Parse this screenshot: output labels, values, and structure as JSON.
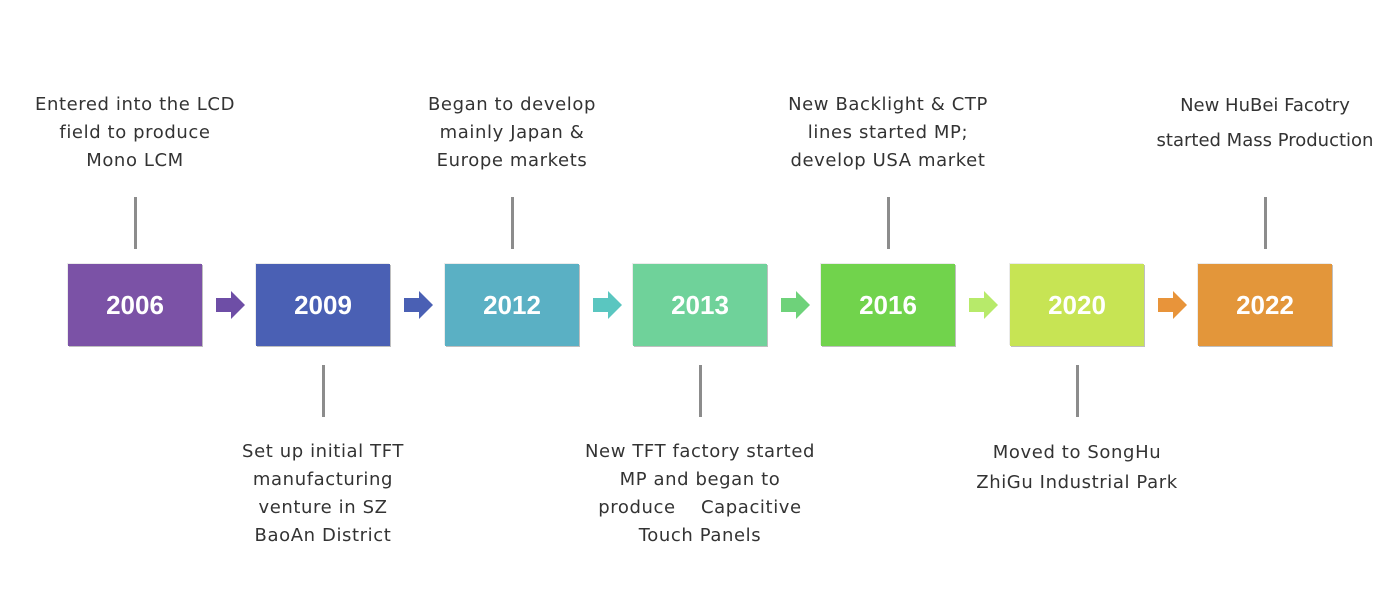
{
  "milestones": [
    {
      "year": "2006",
      "color": "#7b52a6",
      "side": "top",
      "lines": [
        "Entered into the LCD",
        "field to produce",
        "Mono LCM"
      ]
    },
    {
      "year": "2009",
      "color": "#4a60b4",
      "side": "bottom",
      "lines": [
        "Set up initial TFT",
        "manufacturing",
        "venture in SZ",
        "BaoAn District"
      ]
    },
    {
      "year": "2012",
      "color": "#5ab0c4",
      "side": "top",
      "lines": [
        "Began to develop",
        "mainly Japan &",
        "Europe markets"
      ]
    },
    {
      "year": "2013",
      "color": "#6fd29a",
      "side": "bottom",
      "lines": [
        "New TFT factory started",
        "MP and began to",
        "produce    Capacitive",
        "Touch Panels"
      ]
    },
    {
      "year": "2016",
      "color": "#71d34c",
      "side": "top",
      "lines": [
        "New Backlight & CTP",
        "lines started MP;",
        "develop USA market"
      ]
    },
    {
      "year": "2020",
      "color": "#c7e454",
      "side": "bottom",
      "lines": [
        "Moved to SongHu",
        "ZhiGu Industrial Park"
      ]
    },
    {
      "year": "2022",
      "color": "#e3963a",
      "side": "top",
      "lines": [
        "New HuBei Facotry",
        "started Mass Production"
      ]
    }
  ],
  "arrows": [
    {
      "color": "#6e4ea6"
    },
    {
      "color": "#4a60b4"
    },
    {
      "color": "#5ac6c0"
    },
    {
      "color": "#6ed27a"
    },
    {
      "color": "#b7ea6a"
    },
    {
      "color": "#e8943a"
    }
  ]
}
